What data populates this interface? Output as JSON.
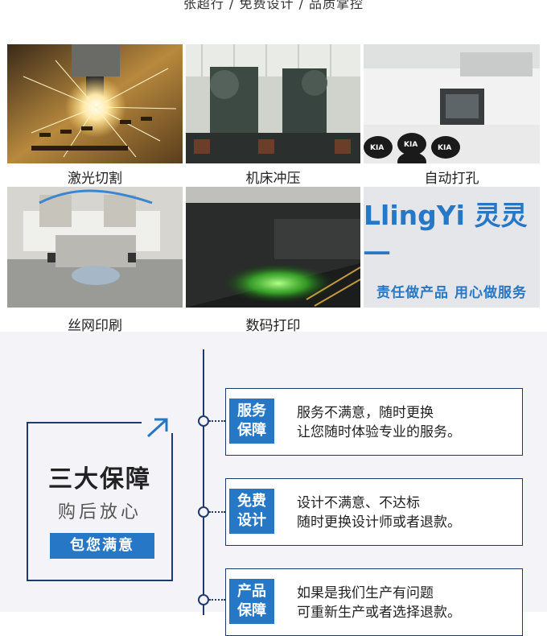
{
  "header": {
    "strip_text": "张超行 / 免费设计 / 品质掌控"
  },
  "gallery": {
    "tiles": [
      {
        "caption": "激光切割"
      },
      {
        "caption": "机床冲压"
      },
      {
        "caption": "自动打孔"
      },
      {
        "caption": "丝网印刷"
      },
      {
        "caption": "数码打印"
      }
    ],
    "kia_badge_text": "KIA",
    "brand": {
      "name": "LlingYi 灵灵一",
      "slogan": "责任做产品  用心做服务"
    }
  },
  "guarantee": {
    "promo": {
      "title": "三大保障",
      "subtitle": "购后放心",
      "button": "包您满意"
    },
    "items": [
      {
        "tag_line1": "服务",
        "tag_line2": "保障",
        "text_line1": "服务不满意，随时更换",
        "text_line2": "让您随时体验专业的服务。"
      },
      {
        "tag_line1": "免费",
        "tag_line2": "设计",
        "text_line1": "设计不满意、不达标",
        "text_line2": "随时更换设计师或者退款。"
      },
      {
        "tag_line1": "产品",
        "tag_line2": "保障",
        "text_line1": "如果是我们生产有问题",
        "text_line2": "可重新生产或者选择退款。"
      }
    ]
  },
  "colors": {
    "accent": "#2677c6",
    "navy": "#1e3a6e",
    "section_bg": "#f4f4f8"
  }
}
